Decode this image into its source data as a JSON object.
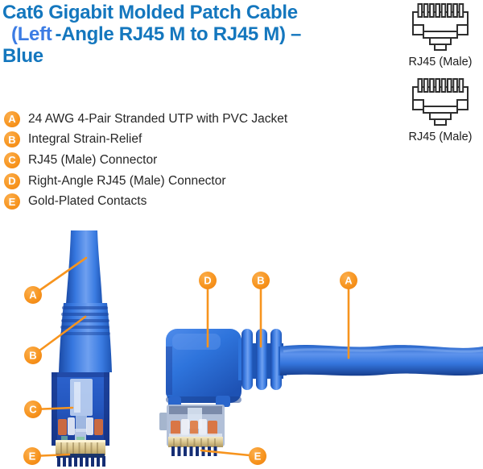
{
  "title": {
    "line1": "Cat6 Gigabit Molded Patch Cable",
    "line2_highlight": "(Left",
    "line2_rest": "-Angle RJ45 M to RJ45 M) –",
    "line3": "Blue"
  },
  "connector_icons": [
    {
      "label": "RJ45 (Male)"
    },
    {
      "label": "RJ45 (Male)"
    }
  ],
  "features": [
    {
      "letter": "A",
      "text": "24 AWG 4-Pair Stranded UTP with PVC Jacket"
    },
    {
      "letter": "B",
      "text": "Integral Strain-Relief"
    },
    {
      "letter": "C",
      "text": "RJ45 (Male) Connector"
    },
    {
      "letter": "D",
      "text": "Right-Angle RJ45 (Male) Connector"
    },
    {
      "letter": "E",
      "text": "Gold-Plated Contacts"
    }
  ],
  "diagram": {
    "badges": {
      "cable_a_left": "A",
      "boot_b_left": "B",
      "connector_c_left": "C",
      "contacts_e_left": "E",
      "right_angle_d": "D",
      "strain_b_right": "B",
      "cable_a_right": "A",
      "contacts_e_right": "E"
    }
  },
  "colors": {
    "title_blue": "#1477BE",
    "title_light_blue": "#3C7CE4",
    "accent_orange": "#F7941E",
    "cable_blue": "#2E72D8",
    "text_dark": "#262626"
  }
}
